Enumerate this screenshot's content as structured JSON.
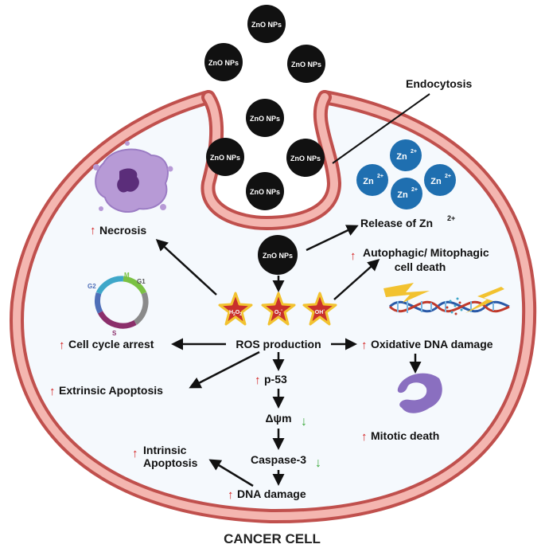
{
  "diagram": {
    "caption": "CANCER CELL",
    "nanoparticle_label": "ZnO NPs",
    "zinc_ion_label": "Zn",
    "zinc_ion_charge": "2+",
    "endocytosis": "Endocytosis",
    "release_label": "Release of Zn",
    "release_charge": "2+",
    "necrosis": "Necrosis",
    "autophagy_line1": "Autophagic/ Mitophagic",
    "autophagy_line2": "cell death",
    "cell_cycle_arrest": "Cell cycle arrest",
    "ros_production": "ROS production",
    "oxidative_dna_damage": "Oxidative DNA damage",
    "extrinsic_apoptosis": "Extrinsic Apoptosis",
    "p53": "p-53",
    "membrane_potential": "Δψm",
    "caspase3": "Caspase-3",
    "intrinsic_line1": "Intrinsic",
    "intrinsic_line2": "Apoptosis",
    "dna_damage": "DNA damage",
    "mitotic_death": "Mitotic death",
    "ros_species": [
      {
        "base": "H",
        "sub1": "2",
        "mid": "O",
        "sub2": "2",
        "sup": ""
      },
      {
        "base": "O",
        "sub1": "2",
        "mid": "",
        "sub2": "",
        "sup": "-"
      },
      {
        "base": "OH",
        "sub1": "",
        "mid": "",
        "sub2": "",
        "sup": "-"
      }
    ],
    "cell_cycle_phases": [
      "M",
      "G1",
      "S",
      "G2"
    ]
  },
  "colors": {
    "membrane_outer": "#c0504d",
    "membrane_fill": "#f4b6b0",
    "cytoplasm": "#f5f9fd",
    "nanoparticle": "#111111",
    "zinc_ion": "#1f6fb0",
    "up_arrow": "#d42020",
    "down_arrow": "#3aa83a",
    "star_fill": "#c9302c",
    "star_edge": "#f2c230",
    "purple": "#8a6fc0"
  },
  "icons": {
    "up": "up-arrow-icon",
    "down": "down-arrow-icon",
    "ros": "star-icon",
    "necrosis": "necrotic-cell-icon",
    "cycle": "cell-cycle-icon",
    "dna": "dna-helix-icon",
    "mitotic": "mitotic-cell-icon"
  }
}
